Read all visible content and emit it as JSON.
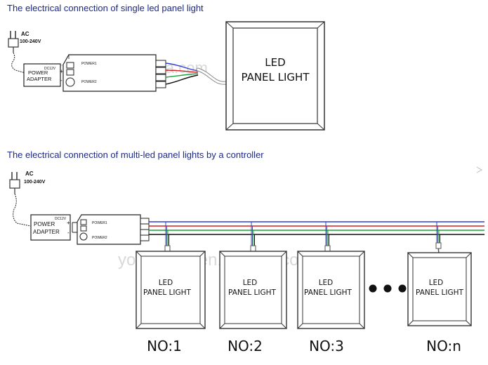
{
  "headings": {
    "single": "The electrical connection of single led panel light",
    "multi": "The electrical connection of multi-led panel lights by a controller"
  },
  "power": {
    "ac_label": "AC",
    "voltage": "100-240V",
    "dc_label": "DC12V",
    "adapter_line1": "POWER",
    "adapter_line2": "ADAPTER",
    "plus": "+",
    "minus": "-"
  },
  "controller": {
    "port1": "POWER1",
    "port2": "POWER2"
  },
  "single_panel": {
    "line1": "LED",
    "line2": "PANEL LIGHT"
  },
  "multi_panels": [
    {
      "line1": "LED",
      "line2": "PANEL LIGHT",
      "number": "NO:1"
    },
    {
      "line1": "LED",
      "line2": "PANEL LIGHT",
      "number": "NO:2"
    },
    {
      "line1": "LED",
      "line2": "PANEL LIGHT",
      "number": "NO:3"
    },
    {
      "line1": "LED",
      "line2": "PANEL LIGHT",
      "number": "NO:n"
    }
  ],
  "watermarks": {
    "top": "yoliangled.alibaba.com",
    "bottom": "yoliangled.en.alibaba.com"
  },
  "colors": {
    "heading": "#1d2a86",
    "wire_blue": "#2b3fd6",
    "wire_red": "#d42020",
    "wire_green": "#19a23a",
    "wire_black": "#111111",
    "watermark": "#d9d9d9"
  }
}
